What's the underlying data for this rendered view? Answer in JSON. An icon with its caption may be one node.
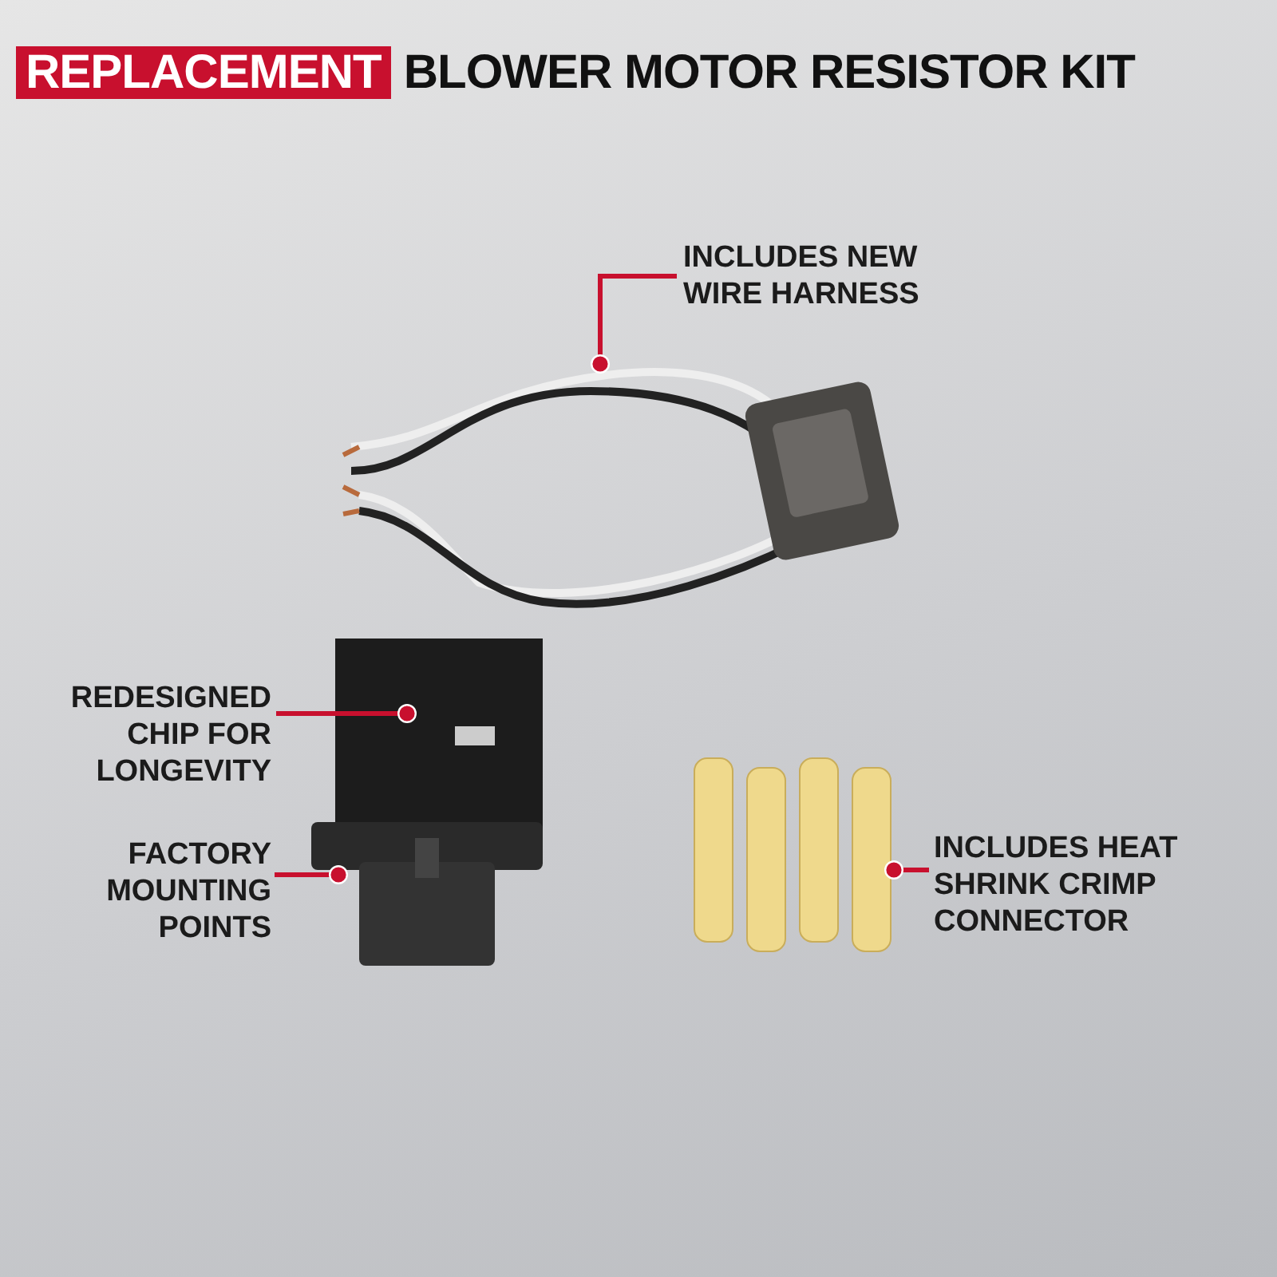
{
  "diagram": {
    "title": "REPLACEMENT BLOWER MOTOR RESISTOR KIT",
    "nodes": [
      {
        "text": [
          "INCLUDES NEW WIRE HARNESS"
        ]
      },
      {
        "text": [],
        "shape": "picture"
      },
      {
        "text": [
          "REDESIGNED CHIP FOR LONGEVITY"
        ]
      },
      {
        "text": [],
        "shape": "picture"
      },
      {
        "text": [
          "FACTORY MOUNTING POINTS"
        ]
      },
      {
        "text": [],
        "shape": "picture"
      },
      {
        "text": [
          "INCLUDES HEAT SHRINK CRIMP CONNECTOR"
        ]
      }
    ],
    "edges": [
      {
        "from": 0,
        "to": 1,
        "arrow": "other"
      },
      {
        "from": 2,
        "to": 3,
        "arrow": "other"
      },
      {
        "from": 4,
        "to": 3,
        "arrow": "other"
      },
      {
        "from": 6,
        "to": 5,
        "arrow": "other"
      }
    ]
  }
}
